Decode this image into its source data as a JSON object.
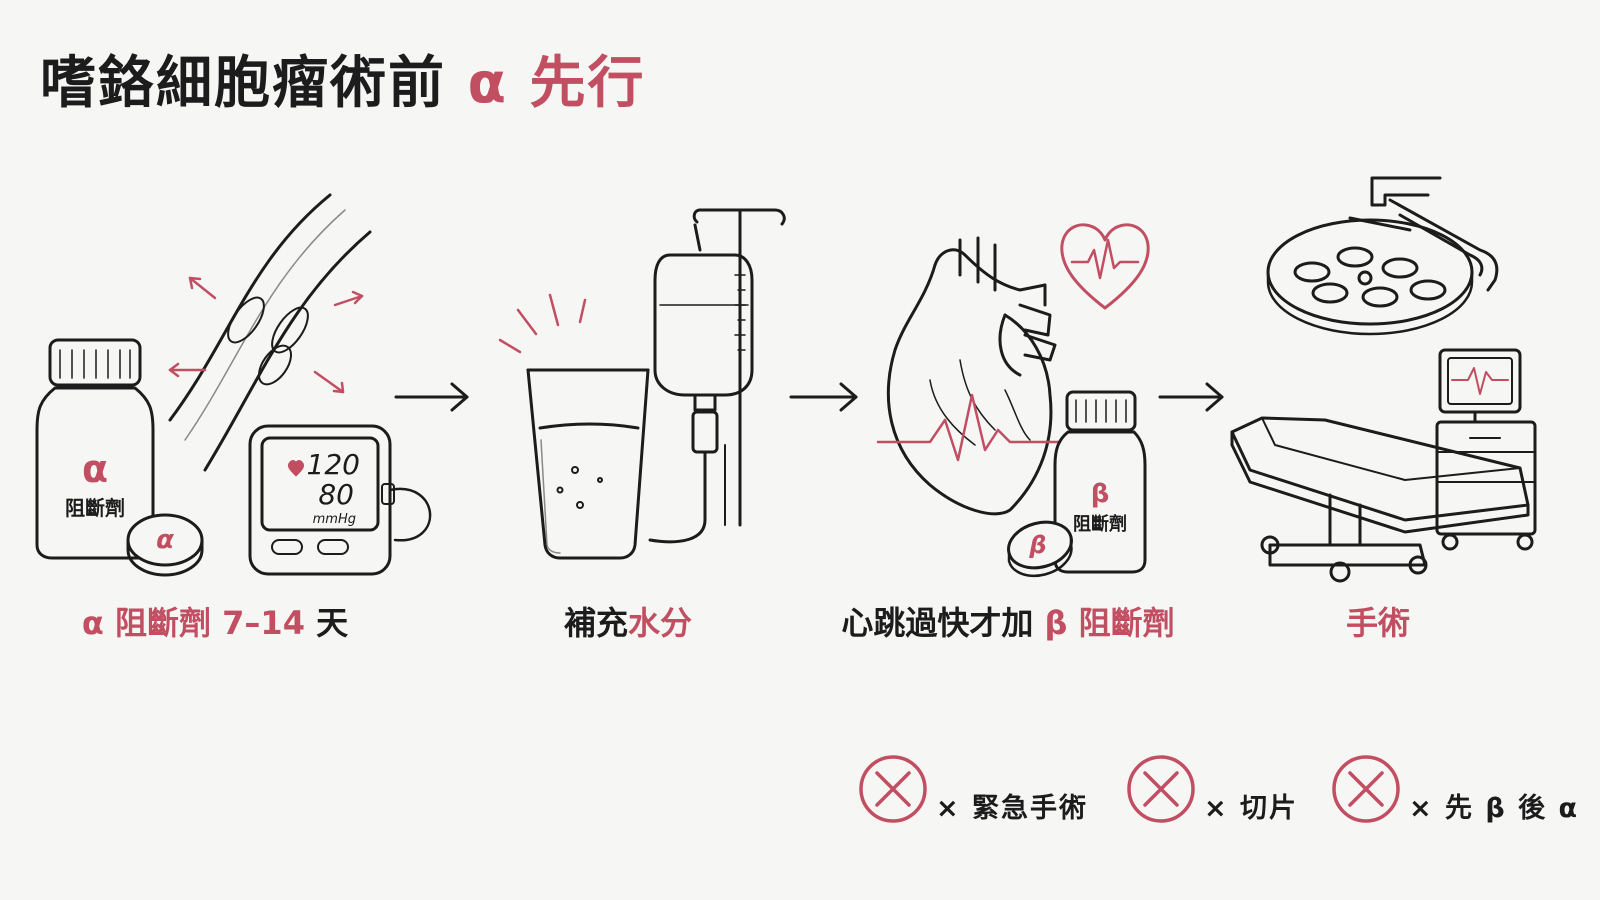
{
  "title": {
    "main": "嗜鉻細胞瘤術前",
    "accent": "α 先行"
  },
  "steps": [
    {
      "label_pre": "α 阻斷劑 ",
      "label_num": "7–14",
      "label_post": " 天",
      "bottle_symbol": "α",
      "bottle_label": "阻斷劑",
      "pill_symbol": "α",
      "bp_systolic": "120",
      "bp_diastolic": "80",
      "bp_unit": "mmHg"
    },
    {
      "label_pre": "補充",
      "label_accent": "水分"
    },
    {
      "label_pre": "心跳過快才加 ",
      "label_accent": "β 阻斷劑",
      "bottle_symbol": "β",
      "bottle_label": "阻斷劑",
      "pill_symbol": "β"
    },
    {
      "label_accent": "手術"
    }
  ],
  "warnings": [
    {
      "text": "× 緊急手術"
    },
    {
      "text": "× 切片"
    },
    {
      "text": "× 先 β 後 α"
    }
  ],
  "colors": {
    "accent": "#c24e62",
    "ink": "#1c1c1c",
    "background": "#f6f6f5"
  }
}
